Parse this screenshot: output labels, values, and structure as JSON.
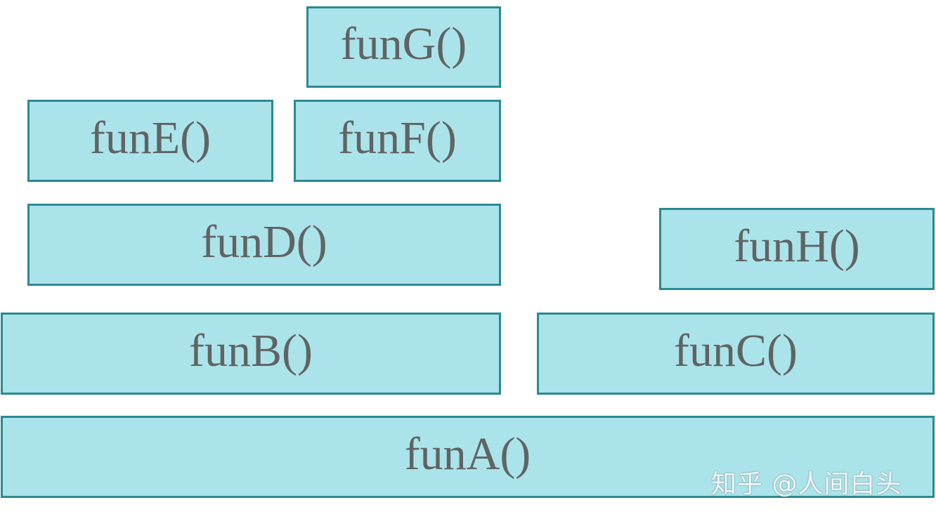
{
  "diagram": {
    "frames": {
      "funA": "funA()",
      "funB": "funB()",
      "funC": "funC()",
      "funD": "funD()",
      "funE": "funE()",
      "funF": "funF()",
      "funG": "funG()",
      "funH": "funH()"
    },
    "watermark": "知乎 @人间白头"
  },
  "colors": {
    "frame_fill": "#abe3ea",
    "frame_border": "#2a8a93",
    "label_text": "#5f6463"
  }
}
